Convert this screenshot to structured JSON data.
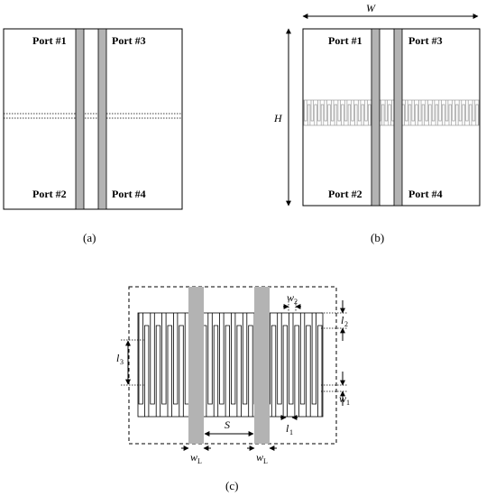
{
  "colors": {
    "stroke": "#000000",
    "feed_line": "#b3b3b3",
    "background": "#ffffff"
  },
  "panel_a": {
    "caption": "(a)",
    "ports": {
      "p1": "Port #1",
      "p2": "Port #2",
      "p3": "Port #3",
      "p4": "Port #4"
    }
  },
  "panel_b": {
    "caption": "(b)",
    "width_label": "W",
    "height_label": "H",
    "ports": {
      "p1": "Port #1",
      "p2": "Port #2",
      "p3": "Port #3",
      "p4": "Port #4"
    }
  },
  "panel_c": {
    "caption": "(c)",
    "labels": {
      "w2": "w",
      "w2_sub": "2",
      "l2": "l",
      "l2_sub": "2",
      "l3": "l",
      "l3_sub": "3",
      "w1": "w",
      "w1_sub": "1",
      "l1": "l",
      "l1_sub": "1",
      "S": "S",
      "wL_left": "w",
      "wL_left_sub": "L",
      "wL_right": "w",
      "wL_right_sub": "L"
    }
  }
}
